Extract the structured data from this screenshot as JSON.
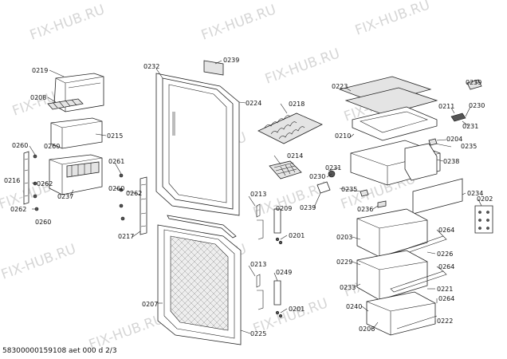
{
  "watermark": "FIX-HUB.RU",
  "footer": "58300000159108 aet 000 d 2/3",
  "labels": {
    "l0219": "0219",
    "l0208": "0208",
    "l0215": "0215",
    "l0237": "0237",
    "l0260a": "0260",
    "l0260b": "0260",
    "l0216": "0216",
    "l0262a": "0262",
    "l0262b": "0262",
    "l0260c": "0260",
    "l0261": "0261",
    "l0260d": "0260",
    "l0262c": "0262",
    "l0217": "0217",
    "l0232": "0232",
    "l0239a": "0239",
    "l0224": "0224",
    "l0207": "0207",
    "l0225": "0225",
    "l0218": "0218",
    "l0214": "0214",
    "l0213a": "0213",
    "l0209": "0209",
    "l0201a": "0201",
    "l0213b": "0213",
    "l0249": "0249",
    "l0201b": "0201",
    "l0223": "0223",
    "l0210": "0210",
    "l0211": "0211",
    "l0230a": "0230",
    "l0231a": "0231",
    "l0239b": "0239",
    "l0204": "0204",
    "l0235a": "0235",
    "l0238": "0238",
    "l0231b": "0231",
    "l0230b": "0230",
    "l0235b": "0235",
    "l0239c": "0239",
    "l0236": "0236",
    "l0234": "0234",
    "l0202": "0202",
    "l0203": "0203",
    "l0264a": "0264",
    "l0229": "0229",
    "l0226": "0226",
    "l0264b": "0264",
    "l0233": "0233",
    "l0221": "0221",
    "l0240": "0240",
    "l0264c": "0264",
    "l0206": "0206",
    "l0222": "0222"
  }
}
